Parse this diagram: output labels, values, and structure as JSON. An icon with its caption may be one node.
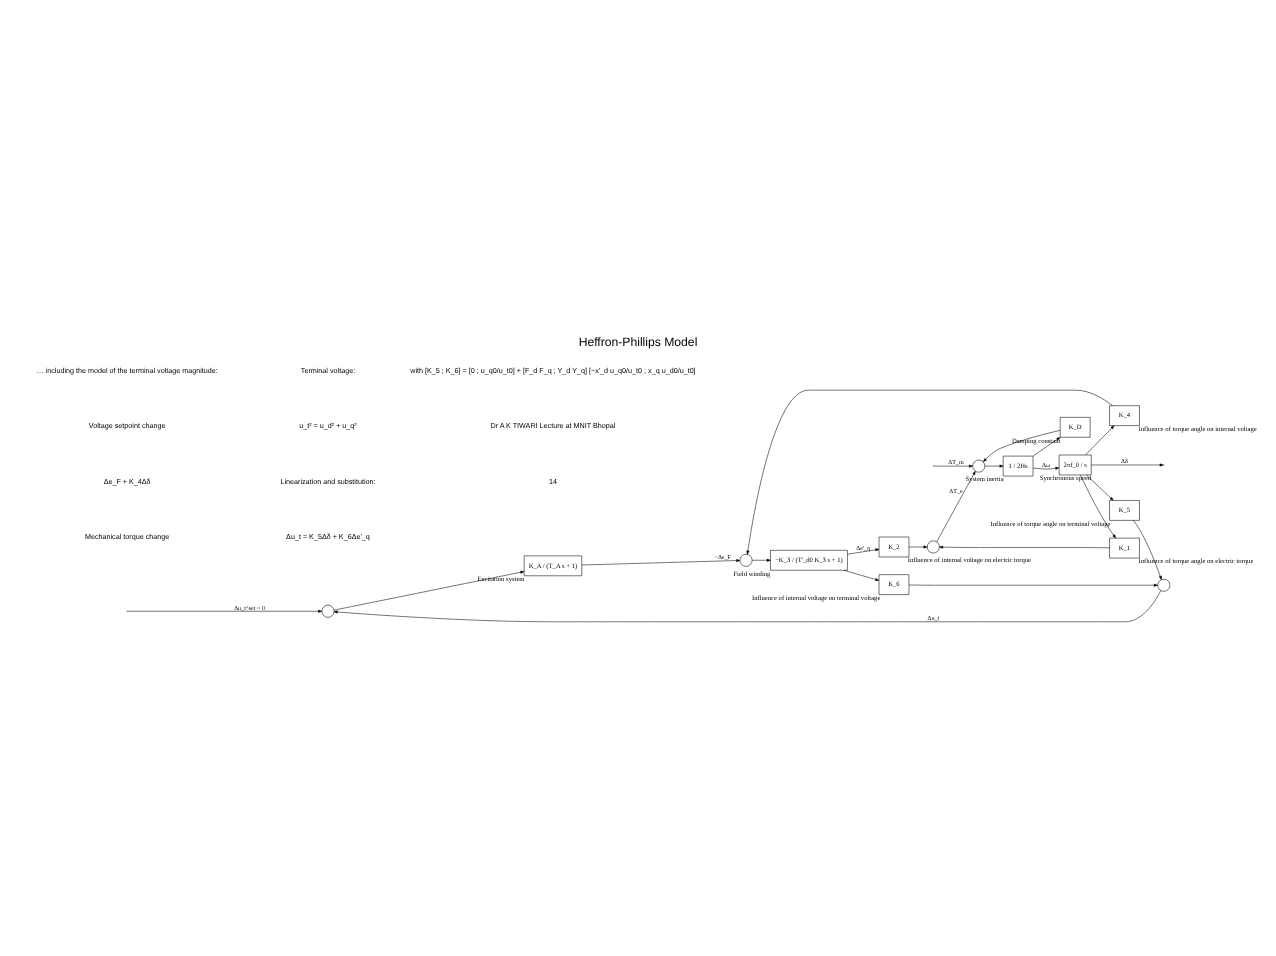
{
  "diagram": {
    "title": "Heffron-Phillips Model",
    "nodes": [
      {
        "text": [],
        "shape": "circle"
      },
      {
        "text": [
          "K_A / (T_A s + 1)"
        ],
        "beside": [
          "Excitation system"
        ]
      },
      {
        "text": [],
        "shape": "circle"
      },
      {
        "text": [
          "−K_3 / (T'_d0 K_3 s + 1)"
        ],
        "beside": [
          "Field winding"
        ]
      },
      {
        "text": [
          "K_2"
        ],
        "beside": [
          "Influence of internal voltage on electric torque"
        ]
      },
      {
        "text": [],
        "shape": "circle"
      },
      {
        "text": [],
        "shape": "circle"
      },
      {
        "text": [
          "1 / 2Hs"
        ],
        "beside": [
          "System inertia"
        ]
      },
      {
        "text": [
          "2πf_0 / s"
        ],
        "beside": [
          "Synchronous speed"
        ]
      },
      {
        "text": [
          "K_D"
        ],
        "beside": [
          "Damping constant"
        ]
      },
      {
        "text": [
          "K_1"
        ],
        "beside": [
          "Influence of torque angle on electric torque"
        ]
      },
      {
        "text": [
          "K_4"
        ],
        "beside": [
          "Influence of torque angle on internal voltage"
        ]
      },
      {
        "text": [
          "K_6"
        ],
        "beside": [
          "Influence of internal voltage on terminal voltage"
        ]
      },
      {
        "text": [
          "K_5"
        ],
        "beside": [
          "Influence of torque angle on terminal voltage"
        ]
      },
      {
        "text": [],
        "shape": "circle"
      }
    ],
    "edges": [
      {
        "from": null,
        "to": 0,
        "arrow": "to",
        "label": "Δu_t^set = 0"
      },
      {
        "from": 0,
        "to": 1,
        "arrow": "to"
      },
      {
        "from": 1,
        "to": 2,
        "arrow": "to",
        "label": "−Δe_F"
      },
      {
        "from": 2,
        "to": 3,
        "arrow": "to"
      },
      {
        "from": 3,
        "to": 4,
        "arrow": "to",
        "label": "Δe'_q"
      },
      {
        "from": 3,
        "to": 12,
        "arrow": "to"
      },
      {
        "from": 4,
        "to": 5,
        "arrow": "to"
      },
      {
        "from": 5,
        "to": 6,
        "arrow": "to",
        "label": "ΔT_e"
      },
      {
        "from": null,
        "to": 6,
        "arrow": "to",
        "label": "ΔT_m"
      },
      {
        "from": 6,
        "to": 7,
        "arrow": "to"
      },
      {
        "from": 7,
        "to": 8,
        "arrow": "to",
        "label": "Δω"
      },
      {
        "from": 8,
        "to": null,
        "arrow": "to",
        "label": "Δδ"
      },
      {
        "from": 7,
        "to": 9,
        "arrow": "to"
      },
      {
        "from": 9,
        "to": 6,
        "arrow": "to"
      },
      {
        "from": 8,
        "to": 10,
        "arrow": "to"
      },
      {
        "from": 10,
        "to": 5,
        "arrow": "to"
      },
      {
        "from": 8,
        "to": 13,
        "arrow": "to"
      },
      {
        "from": 8,
        "to": 11,
        "arrow": "to"
      },
      {
        "from": 11,
        "to": 2,
        "arrow": "to"
      },
      {
        "from": 12,
        "to": 14,
        "arrow": "to"
      },
      {
        "from": 13,
        "to": 14,
        "arrow": "to"
      },
      {
        "from": 14,
        "to": 0,
        "arrow": "to",
        "label": "Δu_t"
      }
    ],
    "labels": [
      "… including the model of the terminal voltage magnitude:",
      "Voltage setpoint change",
      "Δe_F + K_4Δδ",
      "Mechanical torque change",
      "Terminal voltage:",
      "u_t² = u_d² + u_q²",
      "Linearization and substitution:",
      "Δu_t = K_5Δδ + K_6Δe'_q",
      "with [K_5 ; K_6] = [0 ; u_q0/u_t0] + [F_d F_q ; Y_d Y_q] [−x'_d u_q0/u_t0 ; x_q u_d0/u_t0]",
      "Dr A K TIWARI Lecture at MNIT Bhopal",
      "14"
    ]
  }
}
